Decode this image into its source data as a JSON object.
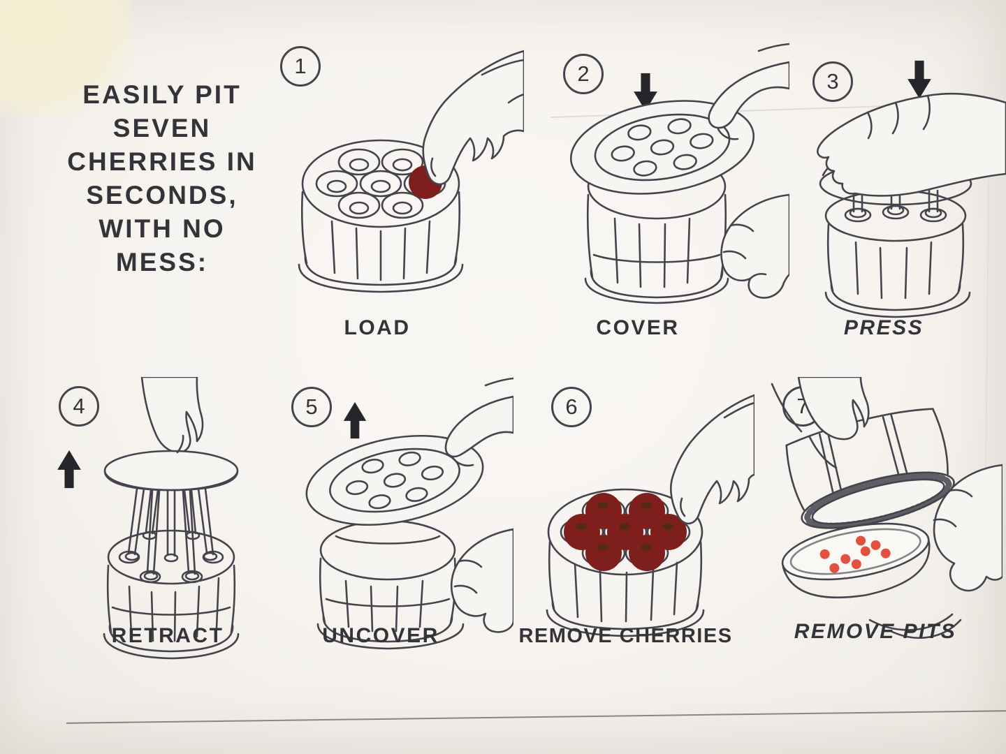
{
  "tagline": {
    "lines": [
      "EASILY PIT",
      "SEVEN",
      "CHERRIES IN",
      "SECONDS,",
      "WITH NO",
      "MESS:"
    ]
  },
  "steps": [
    {
      "number": "1",
      "caption": "LOAD",
      "arrow": null
    },
    {
      "number": "2",
      "caption": "COVER",
      "arrow": "down"
    },
    {
      "number": "3",
      "caption": "PRESS",
      "arrow": "down"
    },
    {
      "number": "4",
      "caption": "RETRACT",
      "arrow": "up"
    },
    {
      "number": "5",
      "caption": "UNCOVER",
      "arrow": "up"
    },
    {
      "number": "6",
      "caption": "REMOVE CHERRIES",
      "arrow": null
    },
    {
      "number": "7",
      "caption": "REMOVE PITS",
      "arrow": null
    }
  ],
  "colors": {
    "ink": "#45434c",
    "text": "#343339",
    "cherry": "#7e1f1d",
    "cherry_stem": "#4f2e0e",
    "gold_rim": "#d8a751",
    "pit": "#e25140",
    "arrow": "#26252a",
    "paper": "#f7f5f2"
  }
}
